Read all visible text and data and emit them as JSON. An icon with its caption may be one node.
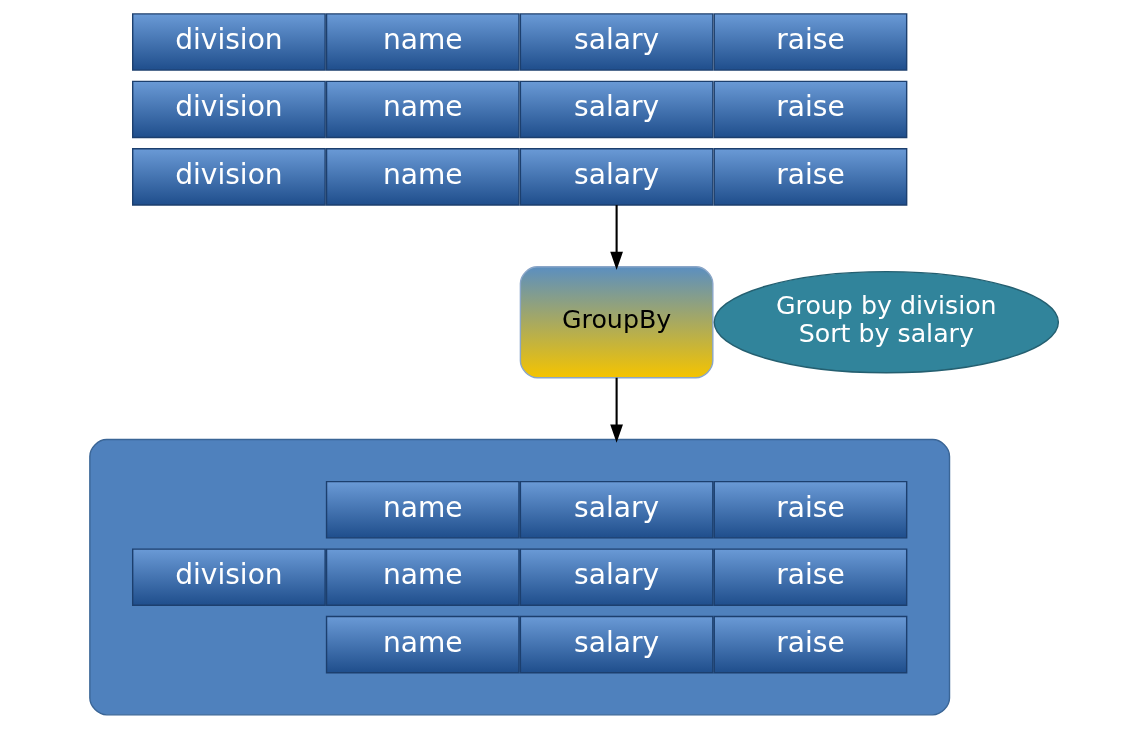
{
  "diagram": {
    "nodes": [
      {
        "text": [
          "division"
        ]
      },
      {
        "text": [
          "name"
        ]
      },
      {
        "text": [
          "salary"
        ]
      },
      {
        "text": [
          "raise"
        ]
      },
      {
        "text": [
          "division"
        ]
      },
      {
        "text": [
          "name"
        ]
      },
      {
        "text": [
          "salary"
        ]
      },
      {
        "text": [
          "raise"
        ]
      },
      {
        "text": [
          "division"
        ]
      },
      {
        "text": [
          "name"
        ]
      },
      {
        "text": [
          "salary"
        ]
      },
      {
        "text": [
          "raise"
        ]
      },
      {
        "text": [
          "GroupBy"
        ]
      },
      {
        "text": [
          "Group by division",
          "Sort by salary"
        ]
      },
      {
        "text": [],
        "shape": "box"
      },
      {
        "text": [
          "name"
        ],
        "in": 14
      },
      {
        "text": [
          "salary"
        ],
        "in": 14
      },
      {
        "text": [
          "raise"
        ],
        "in": 14
      },
      {
        "text": [
          "division"
        ],
        "in": 14
      },
      {
        "text": [
          "name"
        ],
        "in": 14
      },
      {
        "text": [
          "salary"
        ],
        "in": 14
      },
      {
        "text": [
          "raise"
        ],
        "in": 14
      },
      {
        "text": [
          "name"
        ],
        "in": 14
      },
      {
        "text": [
          "salary"
        ],
        "in": 14
      },
      {
        "text": [
          "raise"
        ],
        "in": 14
      }
    ],
    "edges": [
      {
        "from": 10,
        "to": 12,
        "arrow": "to"
      },
      {
        "from": 12,
        "to": 14,
        "arrow": "to"
      }
    ]
  }
}
